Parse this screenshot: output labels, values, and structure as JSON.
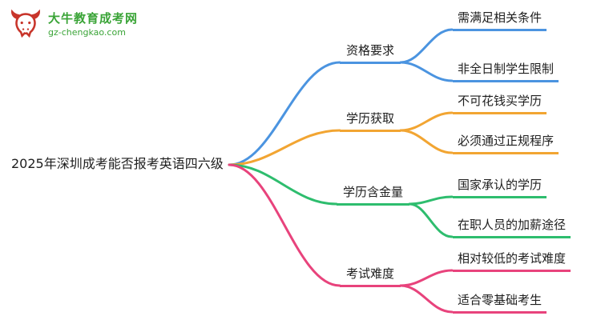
{
  "logo": {
    "name": "大牛教育成考网",
    "domain": "gz-chengkao.com"
  },
  "root_label": "2025年深圳成考能否报考英语四六级",
  "branches": [
    {
      "label": "资格要求",
      "color": "#4b94e0",
      "children": [
        "需满足相关条件",
        "非全日制学生限制"
      ]
    },
    {
      "label": "学历获取",
      "color": "#f2a532",
      "children": [
        "不可花钱买学历",
        "必须通过正规程序"
      ]
    },
    {
      "label": "学历含金量",
      "color": "#2ebd6e",
      "children": [
        "国家承认的学历",
        "在职人员的加薪途径"
      ]
    },
    {
      "label": "考试难度",
      "color": "#e8437c",
      "children": [
        "相对较低的考试难度",
        "适合零基础考生"
      ]
    }
  ]
}
